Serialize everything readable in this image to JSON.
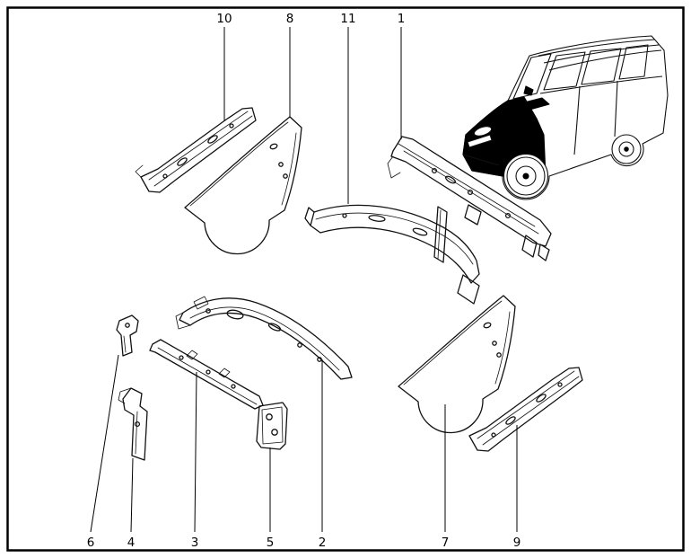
{
  "diagram": {
    "background_color": "#ffffff",
    "line_color": "#000000",
    "highlight_color": "#000000"
  },
  "callouts": {
    "top": [
      {
        "label": "10"
      },
      {
        "label": "8"
      },
      {
        "label": "11"
      },
      {
        "label": "1"
      }
    ],
    "bottom": [
      {
        "label": "6"
      },
      {
        "label": "4"
      },
      {
        "label": "3"
      },
      {
        "label": "5"
      },
      {
        "label": "2"
      },
      {
        "label": "7"
      },
      {
        "label": "9"
      }
    ]
  }
}
